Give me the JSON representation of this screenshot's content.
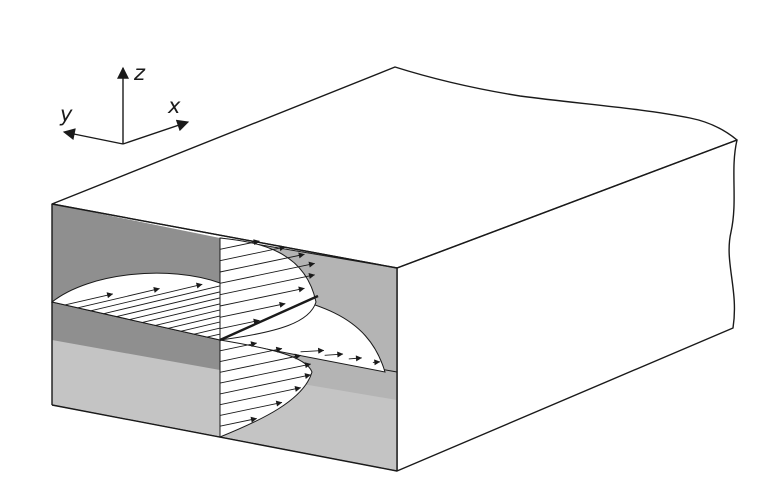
{
  "axes": {
    "x_label": "x",
    "y_label": "y",
    "z_label": "z"
  },
  "colors": {
    "top_face": "#ececec",
    "side_face": "#dadada",
    "interior_back": "#b4b4b4",
    "interior_left": "#8f8f8f",
    "interior_floor": "#c4c4c4",
    "profile_fill": "#ffffff",
    "line": "#1a1a1a"
  }
}
